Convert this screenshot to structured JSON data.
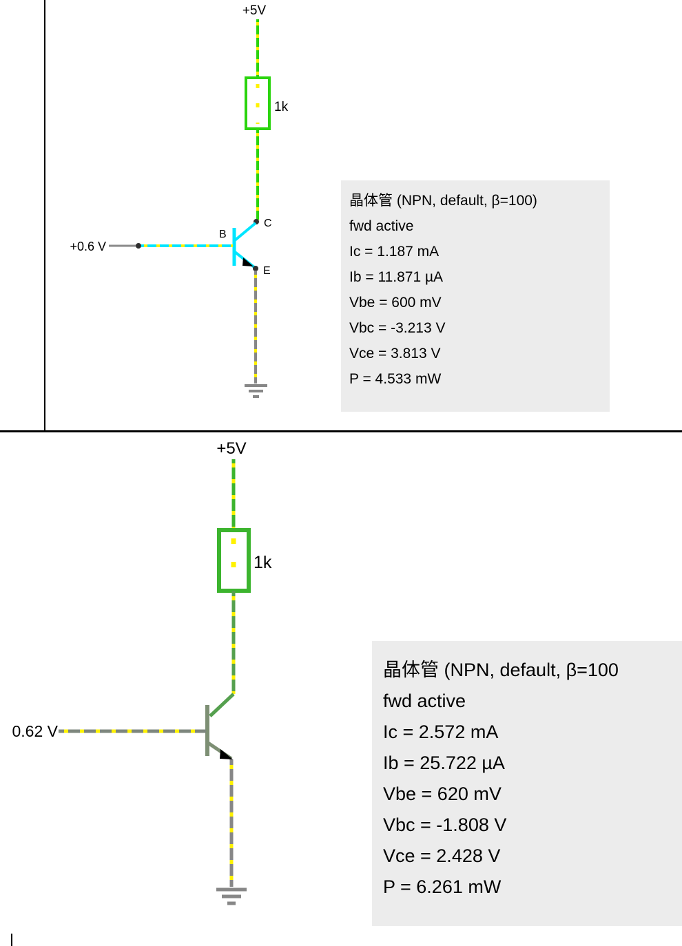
{
  "top_circuit": {
    "supply_label": "+5V",
    "resistor_value": "1k",
    "source_label": "+0.6 V",
    "terminal_c": "C",
    "terminal_b": "B",
    "terminal_e": "E",
    "info": {
      "title": "晶体管 (NPN, default, β=100)",
      "state": "fwd active",
      "ic": "Ic = 1.187 mA",
      "ib": "Ib = 11.871 µA",
      "vbe": "Vbe = 600 mV",
      "vbc": "Vbc = -3.213 V",
      "vce": "Vce = 3.813 V",
      "p": "P = 4.533 mW"
    }
  },
  "bottom_circuit": {
    "supply_label": "+5V",
    "resistor_value": "1k",
    "source_label": "0.62 V",
    "info": {
      "title": "晶体管 (NPN, default, β=100",
      "state": "fwd active",
      "ic": "Ic = 2.572 mA",
      "ib": "Ib = 25.722 µA",
      "vbe": "Vbe = 620 mV",
      "vbc": "Vbc = -1.808 V",
      "vce": "Vce = 2.428 V",
      "p": "P = 6.261 mW"
    }
  },
  "colors": {
    "wire_green_bright": "#2bd40e",
    "wire_green_muted": "#55a04e",
    "wire_gray": "#878787",
    "selected_cyan": "#00e5ff",
    "current_dot_yellow": "#fff200",
    "transistor_olive": "#7d8f74",
    "info_panel_bg": "#ececec",
    "divider_black": "#000000"
  }
}
